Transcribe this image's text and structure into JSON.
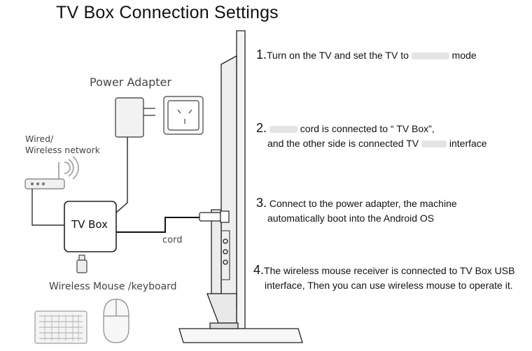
{
  "title": "TV Box Connection Settings",
  "labels": {
    "power_adapter": "Power Adapter",
    "network_line1": "Wired/",
    "network_line2": "Wireless network",
    "tv_box": "TV Box",
    "cord": "cord",
    "mouse_keyboard": "Wireless Mouse /keyboard"
  },
  "steps": [
    {
      "num": "1.",
      "parts": [
        "Turn on the TV and set the TV to",
        "mode"
      ]
    },
    {
      "num": "2.",
      "line1_parts": [
        "cord is connected to “ TV Box”,"
      ],
      "line2_parts": [
        "and the other side is connected TV",
        "interface"
      ]
    },
    {
      "num": "3.",
      "line1": "Connect to the power adapter, the machine",
      "line2": "automatically boot into the Android OS"
    },
    {
      "num": "4.",
      "line1": "The wireless mouse receiver is connected to TV  Box USB",
      "line2": "interface, Then you can use wireless mouse to operate it."
    }
  ]
}
